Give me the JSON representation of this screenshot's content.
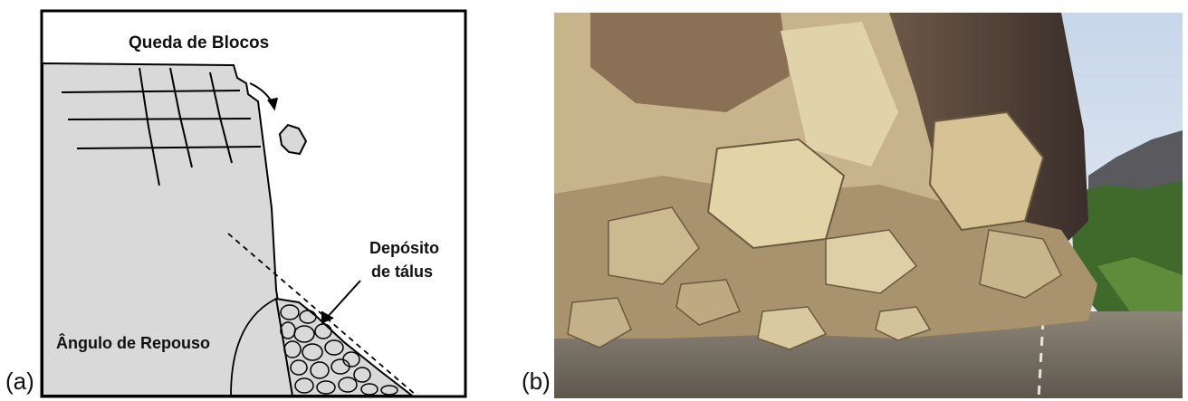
{
  "panels": {
    "a": {
      "label": "(a)",
      "title": "Queda de Blocos",
      "labels": {
        "angle": "Ângulo de Repouso",
        "deposit_line1": "Depósito",
        "deposit_line2": "de tálus"
      }
    },
    "b": {
      "label": "(b)"
    }
  },
  "colors": {
    "rock_fill": "#d9d9d9",
    "frame": "#000000"
  }
}
